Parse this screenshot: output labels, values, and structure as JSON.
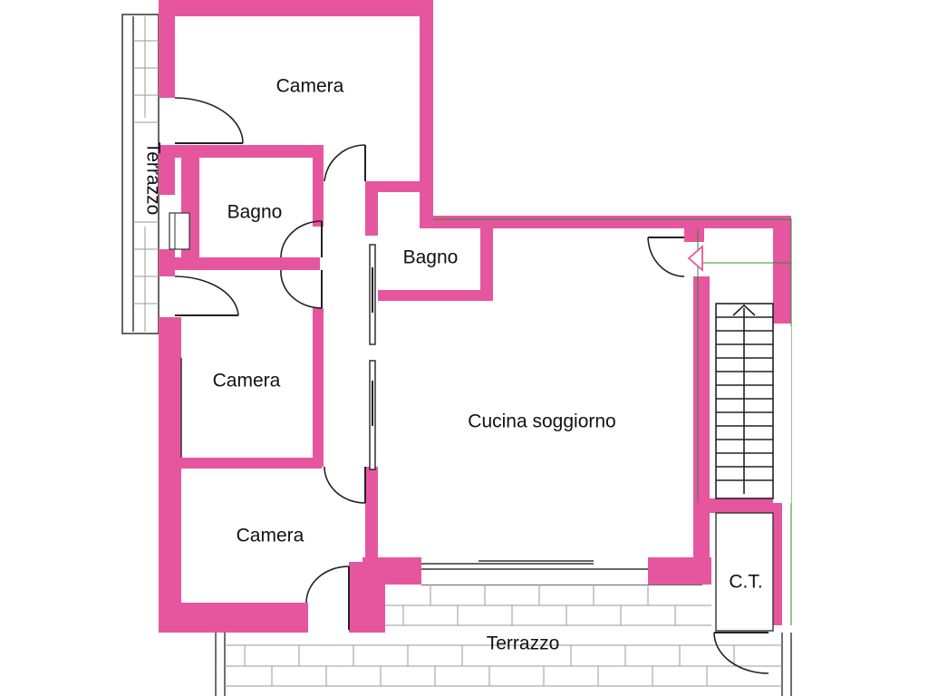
{
  "colors": {
    "wall": "#e6569f",
    "line": "#222222",
    "tile": "#9a9a9a",
    "stair_outline": "#2e8b2e"
  },
  "labels": {
    "camera_top": "Camera",
    "bagno_left": "Bagno",
    "bagno_center": "Bagno",
    "camera_middle": "Camera",
    "cucina_soggiorno": "Cucina soggiorno",
    "camera_bottom": "Camera",
    "ct": "C.T.",
    "terrazzo_side": "Terrazzo",
    "terrazzo_bottom": "Terrazzo"
  },
  "icons": {
    "stair_direction": "arrow-up-icon",
    "entrance_marker": "triangle-icon"
  }
}
